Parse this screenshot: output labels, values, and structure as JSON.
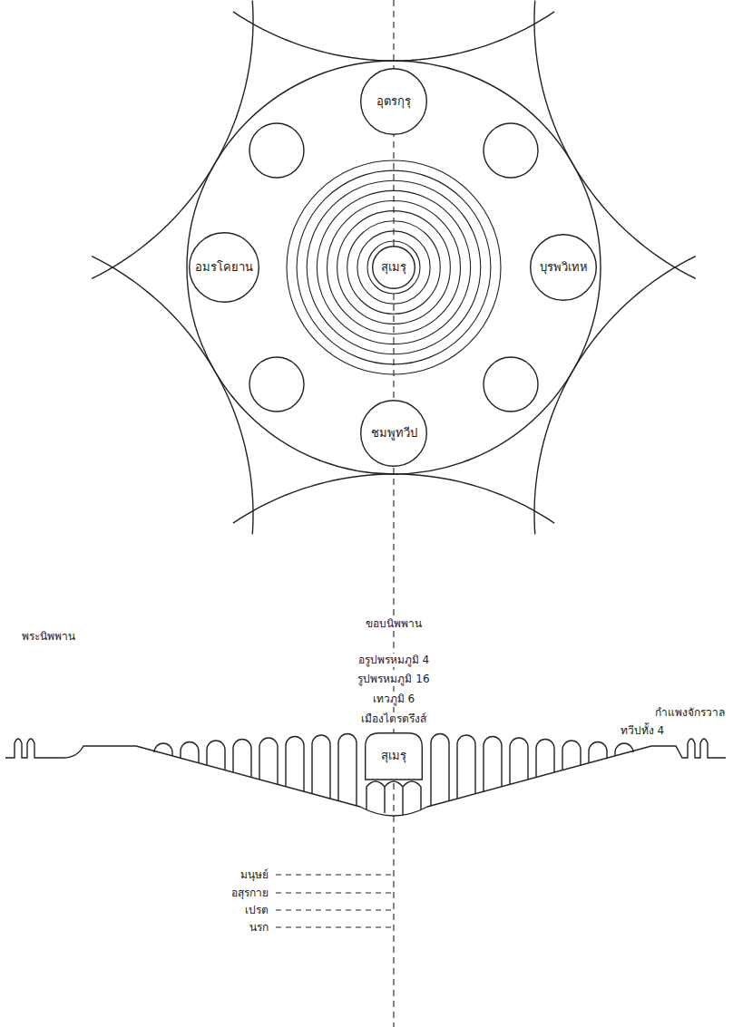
{
  "diagram": {
    "nodes": [
      {
        "text": [
          "อุตรกุรุ"
        ]
      },
      {
        "text": [
          "อมรโคยาน"
        ]
      },
      {
        "text": [
          "สุเมรุ"
        ]
      },
      {
        "text": [
          "บุรพวิเทห"
        ]
      },
      {
        "text": [
          "ชมพูทวีป"
        ]
      },
      {
        "text": [
          "สุเมรุ"
        ]
      }
    ],
    "labels": [
      "ขอบนิพพาน",
      "พระนิพพาน",
      "อรูปพรหมภูมิ 4",
      "รูปพรหมภูมิ 16",
      "เทวภูมิ 6",
      "เมืองไตรตรึงส์",
      "กำแพงจักรวาล",
      "ทวีปทั้ง 4",
      "มนุษย์",
      "อสุรกาย",
      "เปรต",
      "นรก"
    ]
  }
}
